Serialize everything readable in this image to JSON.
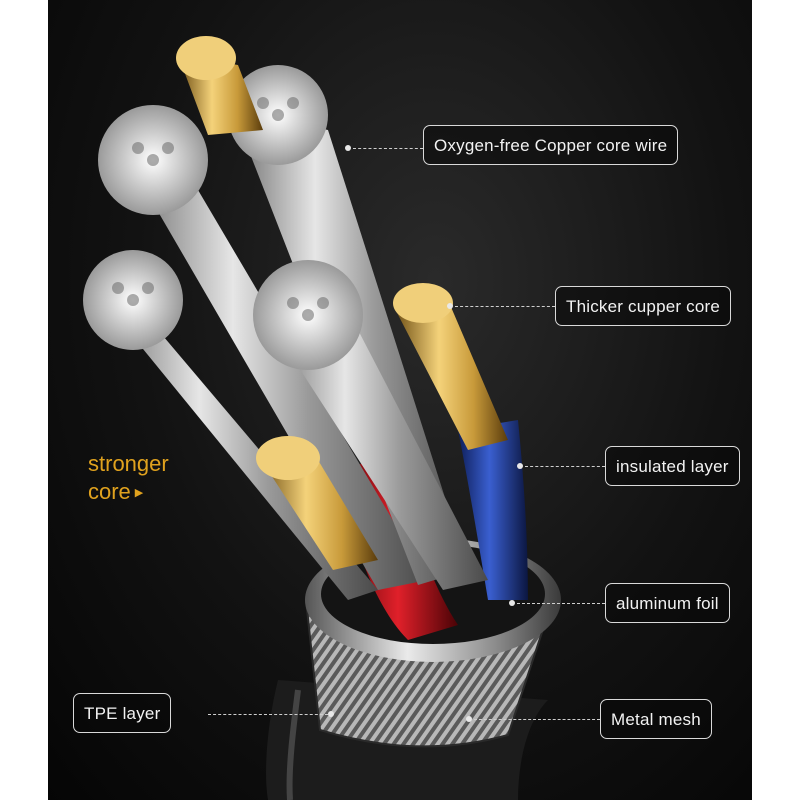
{
  "labels": {
    "copper_core_wire": "Oxygen-free Copper core wire",
    "thicker_core": "Thicker cupper core",
    "insulated_layer": "insulated layer",
    "aluminum_foil": "aluminum foil",
    "tpe_layer": "TPE layer",
    "metal_mesh": "Metal mesh"
  },
  "stronger_core": {
    "line1": "stronger",
    "line2": "core",
    "arrow_icon": "play-arrow-icon"
  },
  "colors": {
    "background": "#0d0d0d",
    "accent_gold": "#e0a21e",
    "silver_strand": "#d9d9d9",
    "insulation_red": "#c0141a",
    "insulation_blue": "#1f3c9a"
  }
}
